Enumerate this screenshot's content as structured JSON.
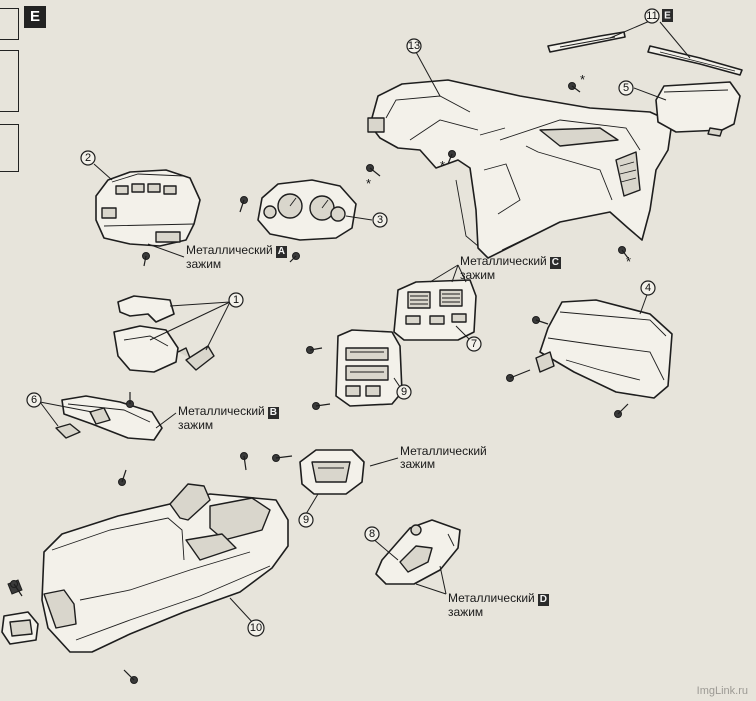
{
  "section": {
    "badge": "E"
  },
  "callouts": {
    "c1": "1",
    "c2": "2",
    "c3": "3",
    "c4": "4",
    "c5": "5",
    "c6": "6",
    "c7": "7",
    "c8": "8",
    "c9a": "9",
    "c9b": "9",
    "c10": "10",
    "c11": "11",
    "c13": "13"
  },
  "labels": {
    "clip_a": {
      "text": [
        "Металлический",
        "зажим"
      ],
      "letter": "A"
    },
    "clip_b": {
      "text": [
        "Металлический",
        "зажим"
      ],
      "letter": "B"
    },
    "clip_c": {
      "text": [
        "Металлический",
        "зажим"
      ],
      "letter": "C"
    },
    "clip_9": {
      "text": [
        "Металлический",
        "зажим"
      ]
    },
    "clip_d": {
      "text": [
        "Металлический",
        "зажим"
      ],
      "letter": "D"
    },
    "ref_e": {
      "letter": "E"
    }
  },
  "marks": {
    "star": "*"
  },
  "watermark": "ImgLink.ru"
}
